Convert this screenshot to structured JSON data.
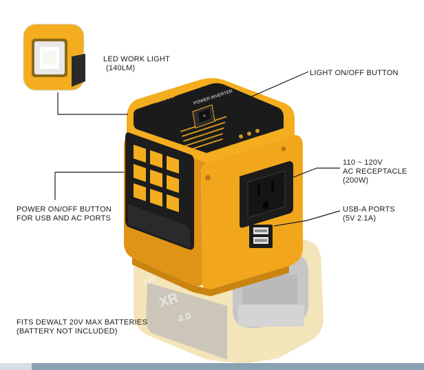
{
  "brand": "meltr",
  "device_title": "POWER INVERTER",
  "battery_marks": {
    "volt": "18V",
    "xr": "XR",
    "ah": "4.0"
  },
  "callouts": {
    "led_light": [
      "LED WORK LIGHT",
      "(140LM)"
    ],
    "light_button": [
      "LIGHT ON/OFF BUTTON"
    ],
    "ac_receptacle": [
      "110 ~ 120V",
      "AC RECEPTACLE",
      "(200W)"
    ],
    "power_button": [
      "POWER ON/OFF BUTTON",
      "FOR USB AND AC PORTS"
    ],
    "usb_ports": [
      "USB-A PORTS",
      "(5V 2.1A)"
    ],
    "battery_fit": [
      "FITS DEWALT 20V MAX BATTERIES",
      "(BATTERY NOT INCLUDED)"
    ]
  },
  "colors": {
    "housing": "#f3ad1f",
    "housing_dark": "#c98410",
    "panel": "#1b1b1b",
    "battery": "#e8d9a8"
  }
}
